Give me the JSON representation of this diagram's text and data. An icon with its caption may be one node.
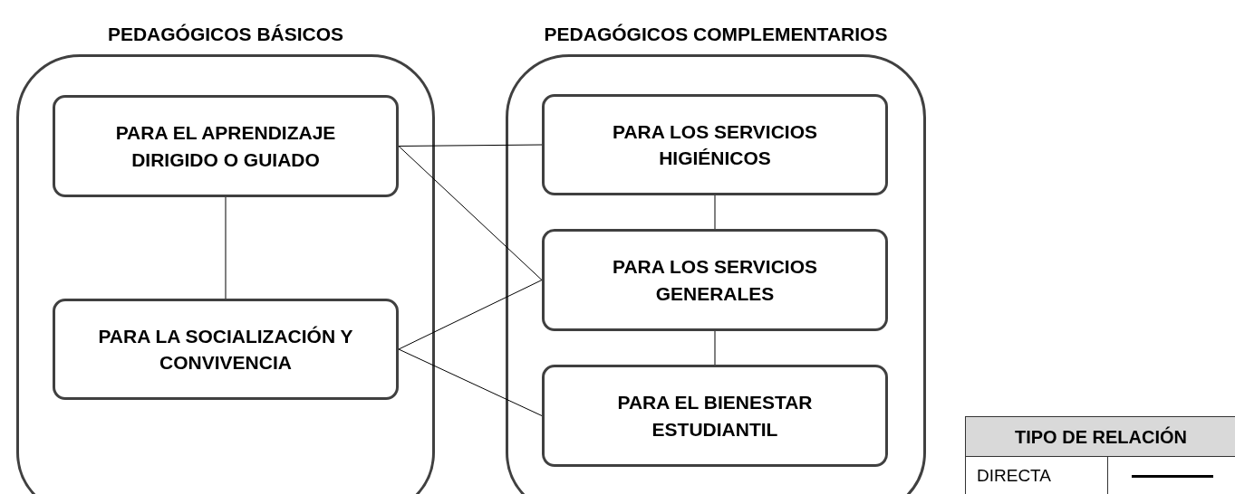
{
  "diagram": {
    "nodes": [
      {
        "text": [
          "PEDAGÓGICOS BÁSICOS"
        ]
      },
      {
        "text": [
          "PARA EL APRENDIZAJE DIRIGIDO O GUIADO"
        ],
        "in": 0
      },
      {
        "text": [
          "PARA LA SOCIALIZACIÓN Y CONVIVENCIA"
        ],
        "in": 0
      },
      {
        "text": [
          "PEDAGÓGICOS COMPLEMENTARIOS"
        ]
      },
      {
        "text": [
          "PARA LOS SERVICIOS HIGIÉNICOS"
        ],
        "in": 3
      },
      {
        "text": [
          "PARA LOS SERVICIOS GENERALES"
        ],
        "in": 3
      },
      {
        "text": [
          "PARA EL BIENESTAR ESTUDIANTIL"
        ],
        "in": 3
      }
    ],
    "edges": [
      {
        "from": 1,
        "to": 2,
        "arrow": "none"
      },
      {
        "from": 1,
        "to": 4,
        "arrow": "none"
      },
      {
        "from": 1,
        "to": 5,
        "arrow": "none"
      },
      {
        "from": 2,
        "to": 5,
        "arrow": "none"
      },
      {
        "from": 2,
        "to": 6,
        "arrow": "none"
      },
      {
        "from": 4,
        "to": 5,
        "arrow": "none"
      },
      {
        "from": 5,
        "to": 6,
        "arrow": "none"
      }
    ],
    "labels": [
      "TIPO DE RELACIÓN"
    ],
    "legend": [
      {
        "text": "DIRECTA"
      }
    ]
  }
}
